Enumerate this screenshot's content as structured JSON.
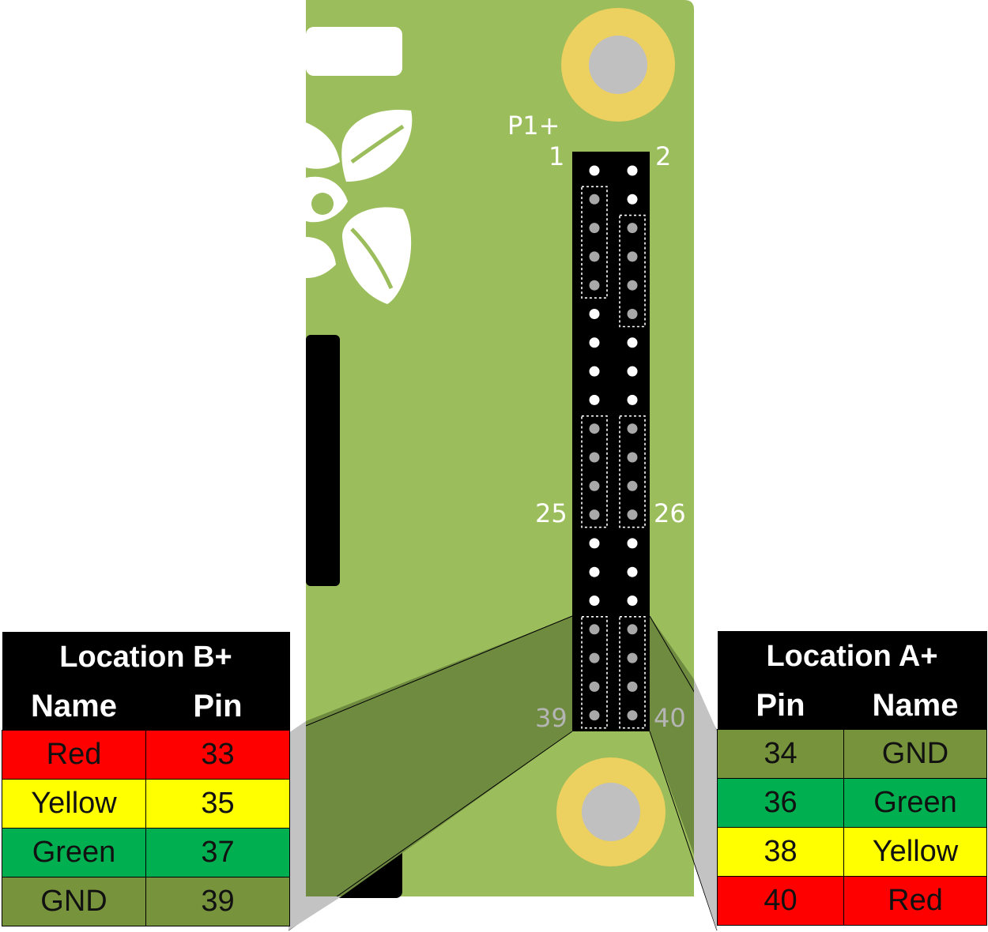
{
  "header": {
    "label": "P1+",
    "pin_labels": {
      "top_left": "1",
      "top_right": "2",
      "mid_left": "25",
      "mid_right": "26",
      "bottom_left": "39",
      "bottom_right": "40"
    }
  },
  "colors": {
    "board": "#9bbd5b",
    "mount_ring": "#ecd060",
    "mount_hole": "#c0c0c0",
    "header_body": "#000000",
    "pin": "#ffffff",
    "pin_grey": "#a8a8a8",
    "callout": "#6f8b40",
    "red": "#ff0000",
    "yellow": "#ffff00",
    "green": "#00b050",
    "gnd": "#77933c"
  },
  "location_b": {
    "title": "Location B+",
    "col_name": "Name",
    "col_pin": "Pin",
    "rows": [
      {
        "name": "Red",
        "pin": "33",
        "color": "#ff0000"
      },
      {
        "name": "Yellow",
        "pin": "35",
        "color": "#ffff00"
      },
      {
        "name": "Green",
        "pin": "37",
        "color": "#00b050"
      },
      {
        "name": "GND",
        "pin": "39",
        "color": "#77933c"
      }
    ]
  },
  "location_a": {
    "title": "Location A+",
    "col_pin": "Pin",
    "col_name": "Name",
    "rows": [
      {
        "pin": "34",
        "name": "GND",
        "color": "#77933c"
      },
      {
        "pin": "36",
        "name": "Green",
        "color": "#00b050"
      },
      {
        "pin": "38",
        "name": "Yellow",
        "color": "#ffff00"
      },
      {
        "pin": "40",
        "name": "Red",
        "color": "#ff0000"
      }
    ]
  }
}
